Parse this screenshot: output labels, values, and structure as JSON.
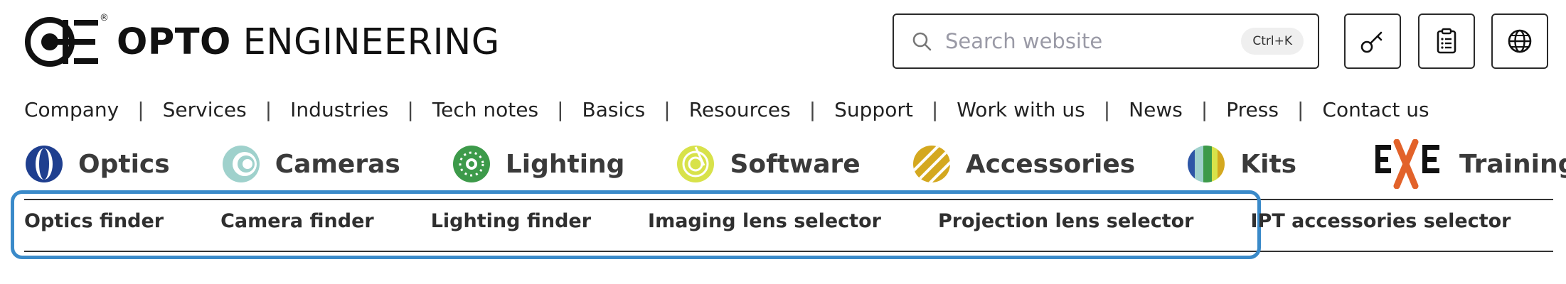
{
  "brand": {
    "name_bold": "OPTO",
    "name_light": " ENGINEERING",
    "registered": "®"
  },
  "search": {
    "placeholder": "Search website",
    "shortcut": "Ctrl+K"
  },
  "header_icons": [
    "key-icon",
    "clipboard-list-icon",
    "globe-icon"
  ],
  "top_nav": {
    "items": [
      {
        "label": "Company"
      },
      {
        "label": "Services"
      },
      {
        "label": "Industries"
      },
      {
        "label": "Tech notes"
      },
      {
        "label": "Basics"
      },
      {
        "label": "Resources"
      },
      {
        "label": "Support"
      },
      {
        "label": "Work with us"
      },
      {
        "label": "News"
      },
      {
        "label": "Press"
      },
      {
        "label": "Contact us"
      }
    ],
    "separator": "|"
  },
  "categories": [
    {
      "label": "Optics",
      "icon": "optics-icon",
      "color": "#1f3f8f"
    },
    {
      "label": "Cameras",
      "icon": "cameras-icon",
      "color": "#9fd1cc"
    },
    {
      "label": "Lighting",
      "icon": "lighting-icon",
      "color": "#3d9a4a"
    },
    {
      "label": "Software",
      "icon": "software-icon",
      "color": "#d8e24a"
    },
    {
      "label": "Accessories",
      "icon": "accessories-icon",
      "color": "#d4a81f"
    },
    {
      "label": "Kits",
      "icon": "kits-icon",
      "color": "#2e56a6"
    }
  ],
  "training": {
    "label": "Training",
    "icon": "exe-logo-icon",
    "accent": "#e2622a"
  },
  "selectors": [
    {
      "label": "Optics finder"
    },
    {
      "label": "Camera finder"
    },
    {
      "label": "Lighting finder"
    },
    {
      "label": "Imaging lens selector"
    },
    {
      "label": "Projection lens selector"
    },
    {
      "label": "IPT accessories selector"
    }
  ],
  "colors": {
    "highlight": "#3a8ac9"
  }
}
